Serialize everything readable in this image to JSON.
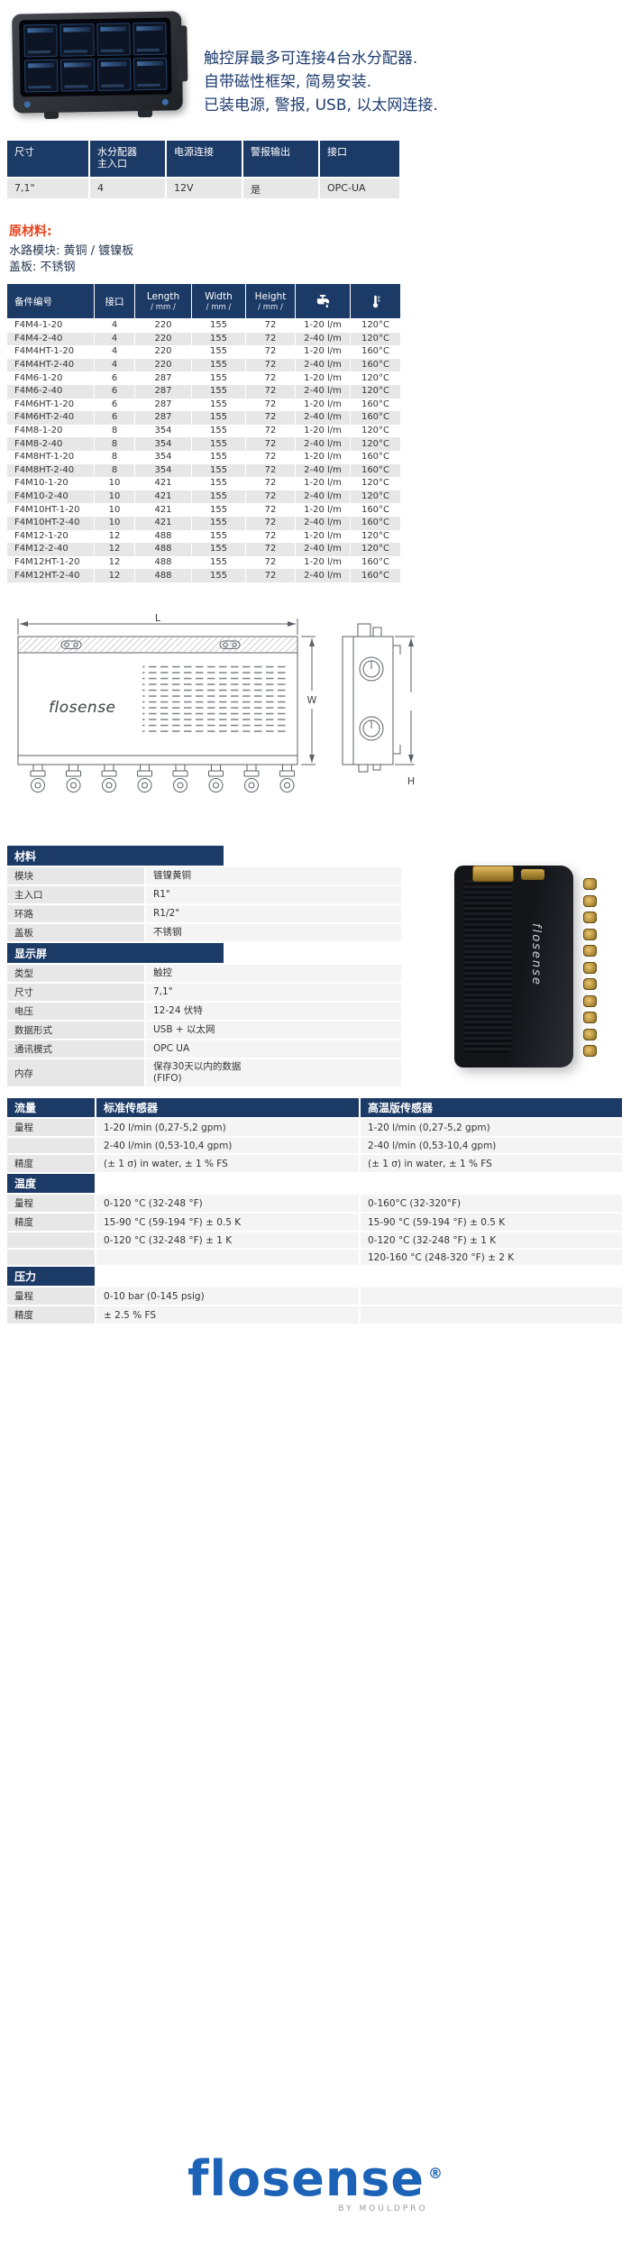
{
  "colors": {
    "navy": "#1c3a66",
    "red": "#e8401a",
    "logo_blue": "#1c63b7"
  },
  "intro": {
    "lines": [
      "触控屏最多可连接4台水分配器.",
      "自带磁性框架, 简易安装.",
      "已装电源, 警报, USB, 以太网连接."
    ]
  },
  "overview_table": {
    "headers": [
      "尺寸",
      "水分配器\n主入口",
      "电源连接",
      "警报输出",
      "接口"
    ],
    "values": [
      "7,1\"",
      "4",
      "12V",
      "是",
      "OPC-UA"
    ]
  },
  "raw_materials": {
    "title": "原材料:",
    "lines": [
      "水路模块: 黄铜 / 镀镍板",
      "盖板: 不锈钢"
    ]
  },
  "parts_table": {
    "headers": {
      "part": "备件编号",
      "ports": "接口",
      "length": "Length",
      "width": "Width",
      "height": "Height",
      "unit": "/ mm /",
      "flow_icon": "faucet-icon",
      "temp_icon": "thermometer-icon"
    },
    "rows": [
      [
        "F4M4-1-20",
        "4",
        "220",
        "155",
        "72",
        "1-20 l/m",
        "120°C"
      ],
      [
        "F4M4-2-40",
        "4",
        "220",
        "155",
        "72",
        "2-40 l/m",
        "120°C"
      ],
      [
        "F4M4HT-1-20",
        "4",
        "220",
        "155",
        "72",
        "1-20 l/m",
        "160°C"
      ],
      [
        "F4M4HT-2-40",
        "4",
        "220",
        "155",
        "72",
        "2-40 l/m",
        "160°C"
      ],
      [
        "F4M6-1-20",
        "6",
        "287",
        "155",
        "72",
        "1-20 l/m",
        "120°C"
      ],
      [
        "F4M6-2-40",
        "6",
        "287",
        "155",
        "72",
        "2-40 l/m",
        "120°C"
      ],
      [
        "F4M6HT-1-20",
        "6",
        "287",
        "155",
        "72",
        "1-20 l/m",
        "160°C"
      ],
      [
        "F4M6HT-2-40",
        "6",
        "287",
        "155",
        "72",
        "2-40 l/m",
        "160°C"
      ],
      [
        "F4M8-1-20",
        "8",
        "354",
        "155",
        "72",
        "1-20 l/m",
        "120°C"
      ],
      [
        "F4M8-2-40",
        "8",
        "354",
        "155",
        "72",
        "2-40 l/m",
        "120°C"
      ],
      [
        "F4M8HT-1-20",
        "8",
        "354",
        "155",
        "72",
        "1-20 l/m",
        "160°C"
      ],
      [
        "F4M8HT-2-40",
        "8",
        "354",
        "155",
        "72",
        "2-40 l/m",
        "160°C"
      ],
      [
        "F4M10-1-20",
        "10",
        "421",
        "155",
        "72",
        "1-20 l/m",
        "120°C"
      ],
      [
        "F4M10-2-40",
        "10",
        "421",
        "155",
        "72",
        "2-40 l/m",
        "120°C"
      ],
      [
        "F4M10HT-1-20",
        "10",
        "421",
        "155",
        "72",
        "1-20 l/m",
        "160°C"
      ],
      [
        "F4M10HT-2-40",
        "10",
        "421",
        "155",
        "72",
        "2-40 l/m",
        "160°C"
      ],
      [
        "F4M12-1-20",
        "12",
        "488",
        "155",
        "72",
        "1-20 l/m",
        "120°C"
      ],
      [
        "F4M12-2-40",
        "12",
        "488",
        "155",
        "72",
        "2-40 l/m",
        "120°C"
      ],
      [
        "F4M12HT-1-20",
        "12",
        "488",
        "155",
        "72",
        "1-20 l/m",
        "160°C"
      ],
      [
        "F4M12HT-2-40",
        "12",
        "488",
        "155",
        "72",
        "2-40 l/m",
        "160°C"
      ]
    ]
  },
  "drawing": {
    "labels": {
      "length": "L",
      "width": "W",
      "height": "H"
    },
    "logo": "flosense"
  },
  "materials_table": {
    "sections": [
      {
        "header": "材料",
        "rows": [
          [
            "模块",
            "镀镍黄铜"
          ],
          [
            "主入口",
            "R1\""
          ],
          [
            "环路",
            "R1/2\""
          ],
          [
            "盖板",
            "不锈钢"
          ]
        ]
      },
      {
        "header": "显示屏",
        "rows": [
          [
            "类型",
            "触控"
          ],
          [
            "尺寸",
            "7,1\""
          ],
          [
            "电压",
            "12-24 伏特"
          ],
          [
            "数据形式",
            "USB + 以太网"
          ],
          [
            "通讯模式",
            "OPC UA"
          ],
          [
            "内存",
            "保存30天以内的数据\n(FIFO)"
          ]
        ]
      }
    ]
  },
  "product_photo": {
    "logo": "flosense"
  },
  "sensor_table": {
    "header_row": {
      "col0": "流量",
      "col1": "标准传感器",
      "col2": "高温版传感器"
    },
    "rows": [
      {
        "label": "量程",
        "std": "1-20 l/min (0,27-5,2 gpm)",
        "ht": "1-20 l/min (0,27-5,2 gpm)"
      },
      {
        "label": "",
        "std": "2-40 l/min (0,53-10,4 gpm)",
        "ht": "2-40 l/min (0,53-10,4 gpm)"
      },
      {
        "label": "精度",
        "std": "(± 1 σ) in water, ± 1 % FS",
        "ht": "(± 1 σ) in water, ± 1 % FS"
      },
      {
        "section": "温度"
      },
      {
        "label": "量程",
        "std": "0-120 °C (32-248 °F)",
        "ht": "0-160°C (32-320°F)"
      },
      {
        "label": "精度",
        "std": "15-90 °C (59-194 °F) ± 0.5 K",
        "ht": "15-90 °C (59-194 °F) ± 0.5 K"
      },
      {
        "label": "",
        "std": "0-120 °C (32-248 °F) ± 1 K",
        "ht": "0-120 °C (32-248 °F) ± 1 K"
      },
      {
        "label": "",
        "std": "",
        "ht": "120-160 °C (248-320 °F) ± 2 K"
      },
      {
        "section": "压力"
      },
      {
        "label": "量程",
        "std": "0-10 bar (0-145 psig)",
        "ht": ""
      },
      {
        "label": "精度",
        "std": "± 2.5 % FS",
        "ht": ""
      }
    ]
  },
  "footer": {
    "brand_full": "flosense",
    "registered": "®",
    "byline": "BY MOULDPRO"
  }
}
